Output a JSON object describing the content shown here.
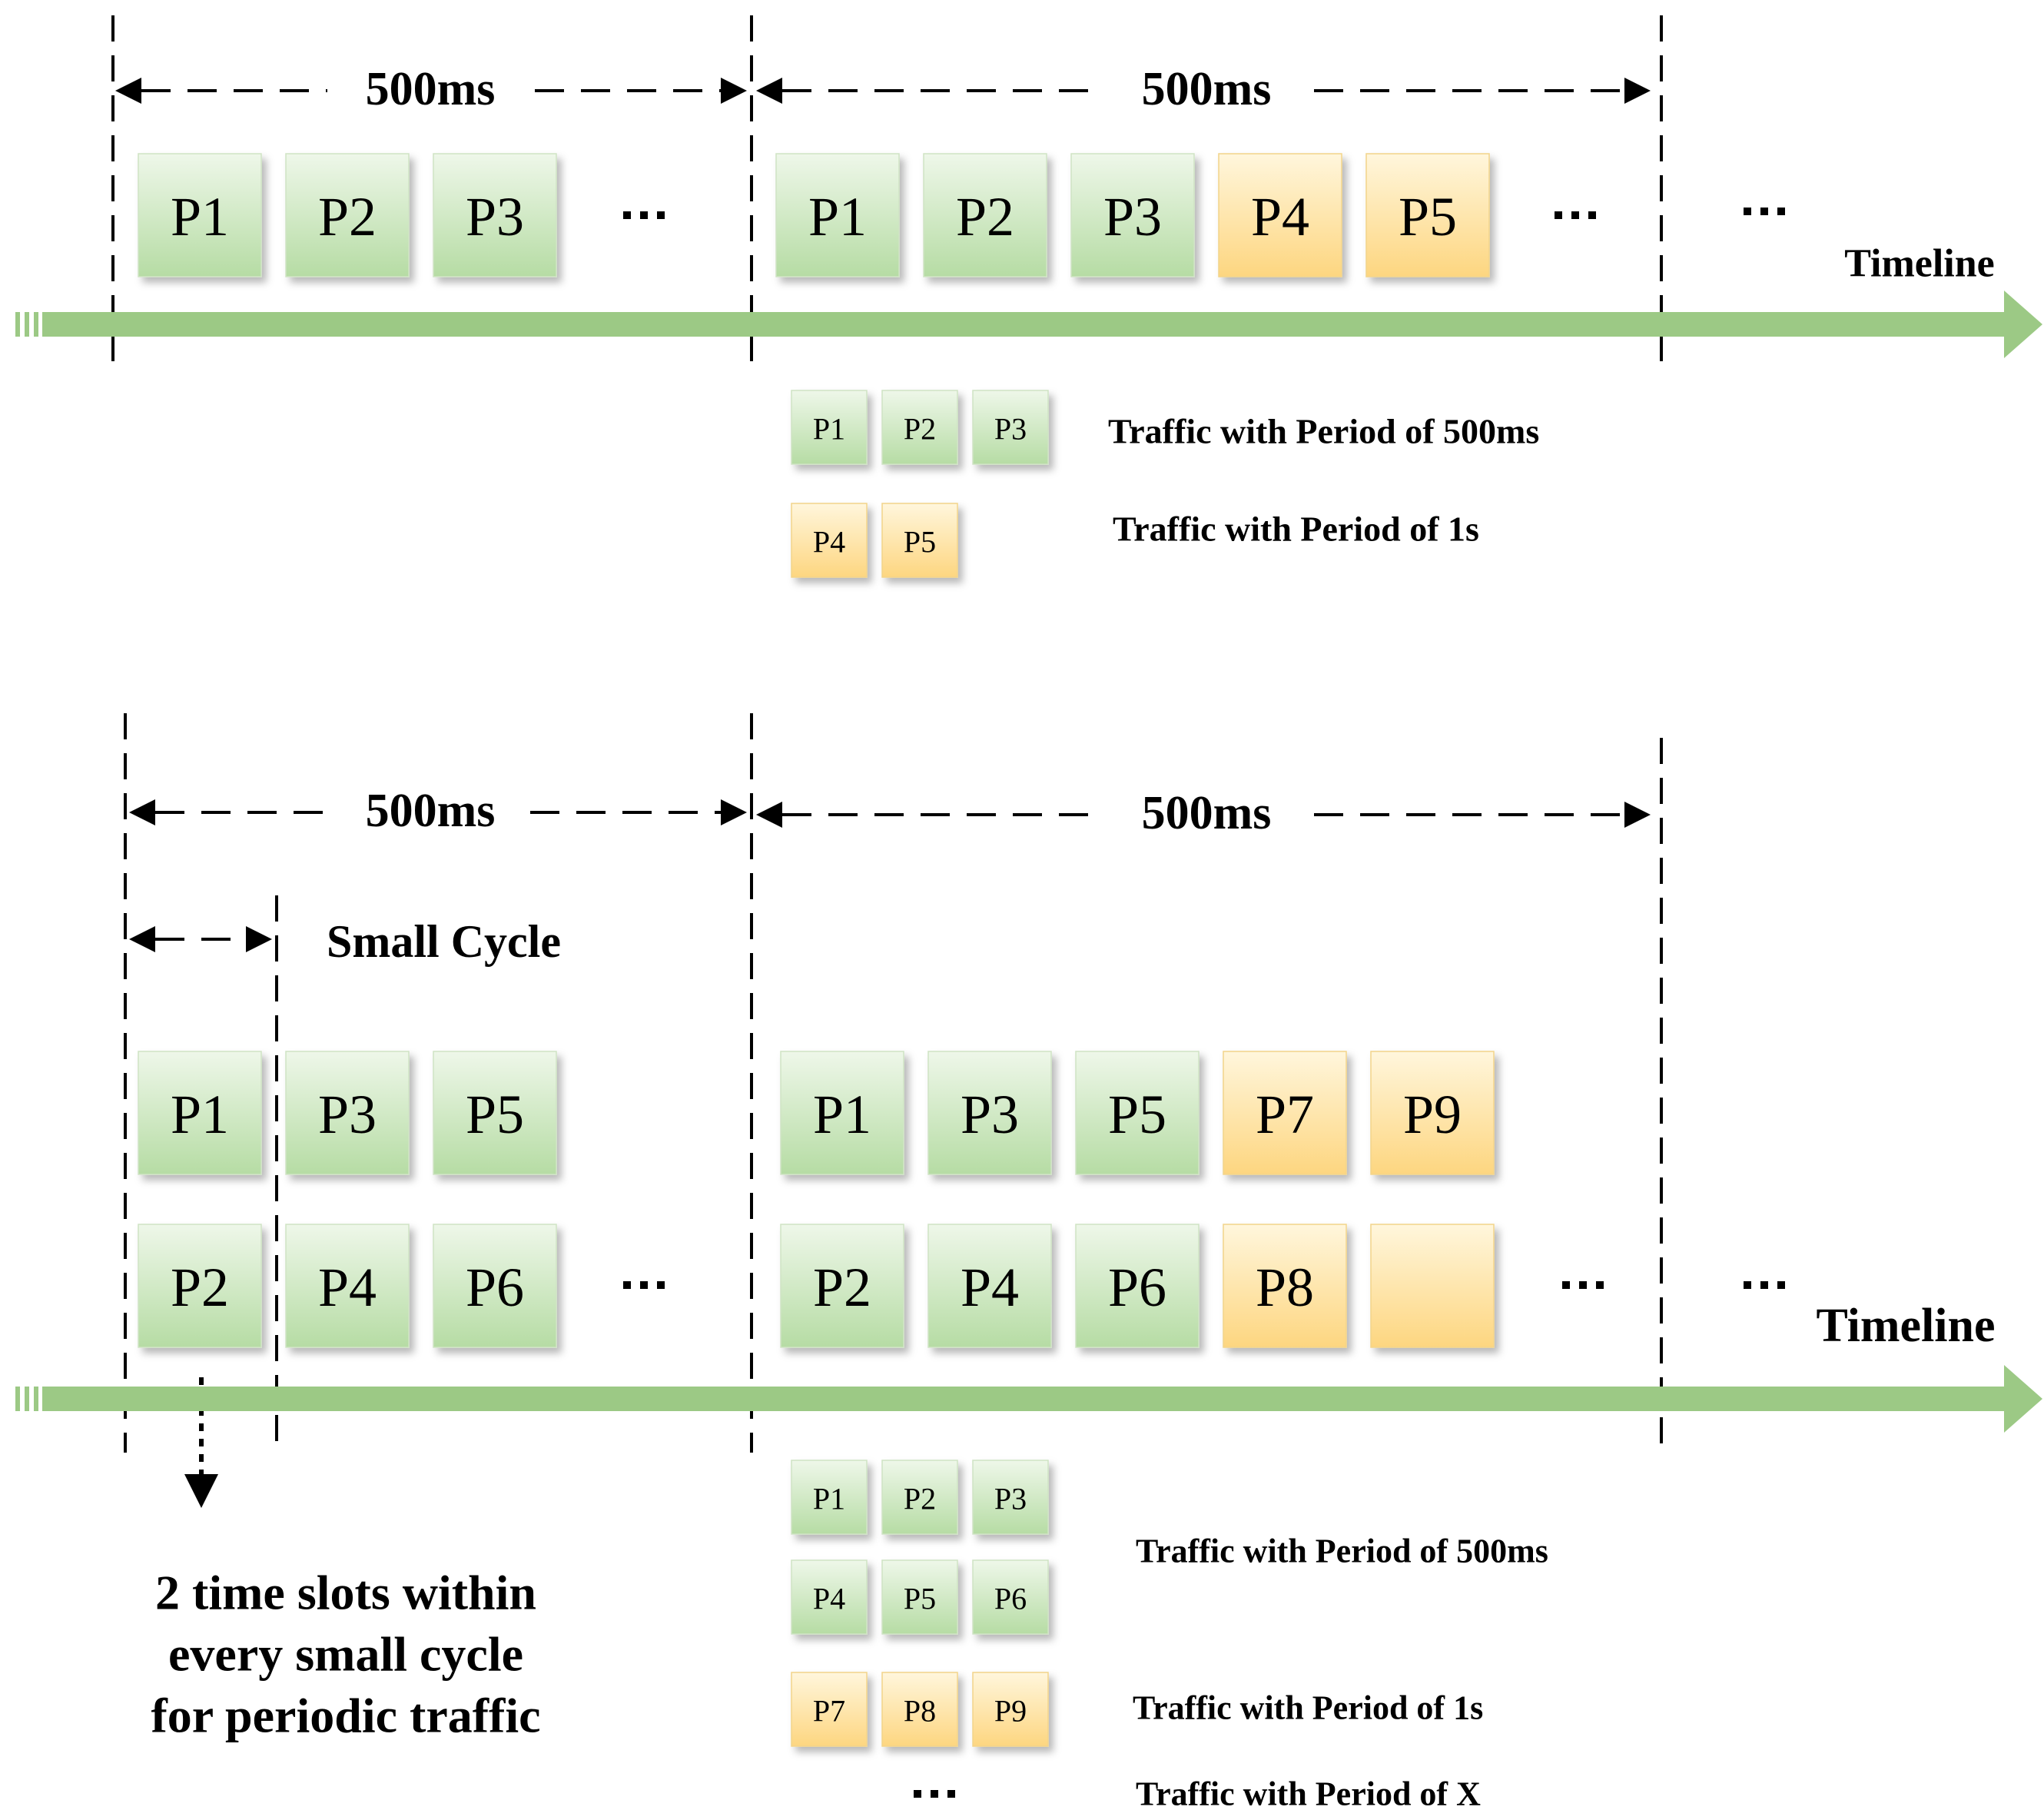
{
  "top_section": {
    "interval_left": "500ms",
    "interval_right": "500ms",
    "timeline_label": "Timeline",
    "packets_left": [
      "P1",
      "P2",
      "P3"
    ],
    "packets_right": [
      {
        "label": "P1",
        "kind": "green"
      },
      {
        "label": "P2",
        "kind": "green"
      },
      {
        "label": "P3",
        "kind": "green"
      },
      {
        "label": "P4",
        "kind": "yellow"
      },
      {
        "label": "P5",
        "kind": "yellow"
      }
    ],
    "ellipsis": "···",
    "legend": [
      {
        "boxes": [
          "P1",
          "P2",
          "P3"
        ],
        "kind": "green",
        "text": "Traffic with Period of 500ms"
      },
      {
        "boxes": [
          "P4",
          "P5"
        ],
        "kind": "yellow",
        "text": "Traffic with Period of 1s"
      }
    ]
  },
  "bottom_section": {
    "interval_left": "500ms",
    "interval_right": "500ms",
    "small_cycle_label": "Small Cycle",
    "timeline_label": "Timeline",
    "left_row1": [
      "P1",
      "P3",
      "P5"
    ],
    "left_row2": [
      "P2",
      "P4",
      "P6"
    ],
    "right_row1": [
      {
        "label": "P1",
        "kind": "green"
      },
      {
        "label": "P3",
        "kind": "green"
      },
      {
        "label": "P5",
        "kind": "green"
      },
      {
        "label": "P7",
        "kind": "yellow"
      },
      {
        "label": "P9",
        "kind": "yellow"
      }
    ],
    "right_row2": [
      {
        "label": "P2",
        "kind": "green"
      },
      {
        "label": "P4",
        "kind": "green"
      },
      {
        "label": "P6",
        "kind": "green"
      },
      {
        "label": "P8",
        "kind": "yellow"
      },
      {
        "label": "",
        "kind": "yellow"
      }
    ],
    "ellipsis": "···",
    "note_lines": [
      "2 time slots within",
      "every small cycle",
      "for periodic traffic"
    ],
    "legend": {
      "green_rows": [
        [
          "P1",
          "P2",
          "P3"
        ],
        [
          "P4",
          "P5",
          "P6"
        ]
      ],
      "green_text": "Traffic with Period of 500ms",
      "yellow_row": [
        "P7",
        "P8",
        "P9"
      ],
      "yellow_text": "Traffic with Period of 1s",
      "other_text": "Traffic with Period of X"
    }
  },
  "colors": {
    "timeline": "#9cc985",
    "green_top": "#eef7e9",
    "green_bottom": "#b6dca4",
    "yellow_top": "#fff6dc",
    "yellow_bottom": "#fdd680"
  }
}
